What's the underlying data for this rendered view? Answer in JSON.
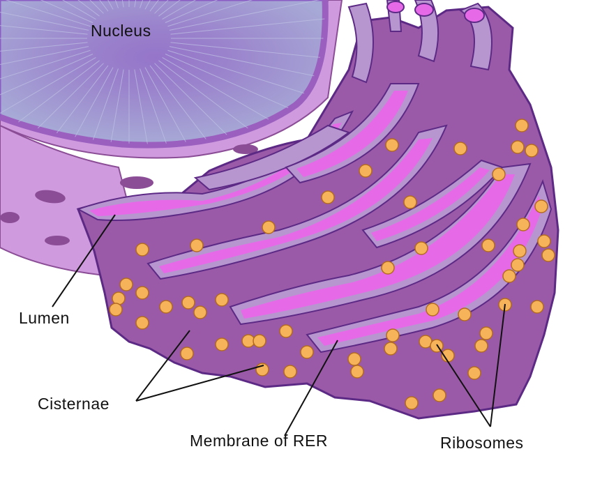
{
  "labels": {
    "nucleus": "Nucleus",
    "lumen": "Lumen",
    "cisternae": "Cisternae",
    "membrane": "Membrane of RER",
    "ribosomes": "Ribosomes"
  },
  "colors": {
    "nucleus_face": "#a7a9d6",
    "nucleus_center": "#9575c9",
    "nuclear_envelope": "#cf9ade",
    "envelope_rim": "#9a5fbf",
    "er_body": "#9a5aa8",
    "er_outline": "#5c2a85",
    "membrane": "#b796d0",
    "lumen": "#e66ae8",
    "ribosome": "#f6b35a",
    "ribosome_outline": "#b36a20",
    "pore": "#8a4d96"
  }
}
